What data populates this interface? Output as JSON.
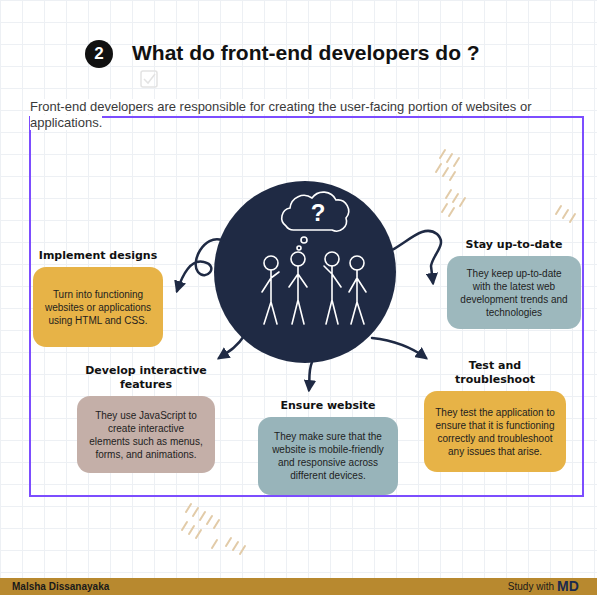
{
  "diagram": {
    "title": "What do front-end developers do ?",
    "nodes": [
      {
        "text": [
          "Implement designs",
          "Turn into functioning websites or applications using HTML and CSS."
        ]
      },
      {
        "text": [
          "Stay up-to-date",
          "They keep up-to-date with the latest web development trends and technologies"
        ]
      },
      {
        "text": [
          "Develop interactive features",
          "They use JavaScript to create interactive elements such as menus, forms, and animations."
        ]
      },
      {
        "text": [
          "Ensure website",
          "They make sure that the website is mobile-friendly and responsive across different devices."
        ]
      },
      {
        "text": [
          "Test and troubleshoot",
          "They test the application to ensure that it is functioning correctly and troubleshoot any issues that arise."
        ]
      }
    ],
    "labels": [
      "2",
      "Front-end developers are responsible for creating the user-facing portion of websites or applications.",
      "?",
      "Malsha Dissanayaka",
      "Study with",
      "MD"
    ]
  }
}
